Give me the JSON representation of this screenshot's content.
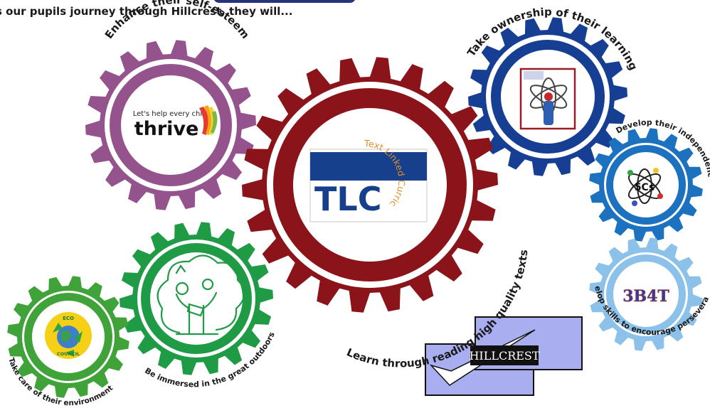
{
  "intro_text": "s our pupils journey through Hillcrest, they will...",
  "colors": {
    "purple": "#95538e",
    "crimson": "#8a1419",
    "navy": "#163f93",
    "blue": "#1d72c0",
    "skyblue": "#8cc2e9",
    "green": "#1f9a45",
    "lime": "#3fa33a",
    "heading": "#26337a",
    "tlc_blue": "#163f8c",
    "tlc_orange": "#e38d25"
  },
  "gears": [
    {
      "key": "thrive",
      "caption": "Enhance their self-esteem",
      "logo": {
        "subtitle": "Let's help every child",
        "title": "thrive"
      }
    },
    {
      "key": "tlc",
      "caption": "Learn through reading high quality texts",
      "logo": {
        "title": "TLC",
        "subtitle": "Text Linked Curriculum"
      }
    },
    {
      "key": "ownership",
      "caption": "Take ownership of their learning",
      "logo": {
        "icon": "atom-scientist-icon"
      }
    },
    {
      "key": "independence",
      "caption": "Develop their independence",
      "logo": {
        "title": "5Cs",
        "icon": "atom-icon"
      }
    },
    {
      "key": "perseverance",
      "caption": "Develop skills to encourage perseverance",
      "logo": {
        "title": "3B4T"
      }
    },
    {
      "key": "outdoors",
      "caption": "Be immersed in the great outdoors",
      "logo": {
        "icon": "tree-children-reading-icon"
      }
    },
    {
      "key": "environment",
      "caption": "Take care of their environment",
      "logo": {
        "top": "ECO",
        "bottom": "COUNCIL",
        "icon": "recycle-globe-icon"
      }
    }
  ],
  "school_logo": {
    "name": "HILLCREST"
  }
}
